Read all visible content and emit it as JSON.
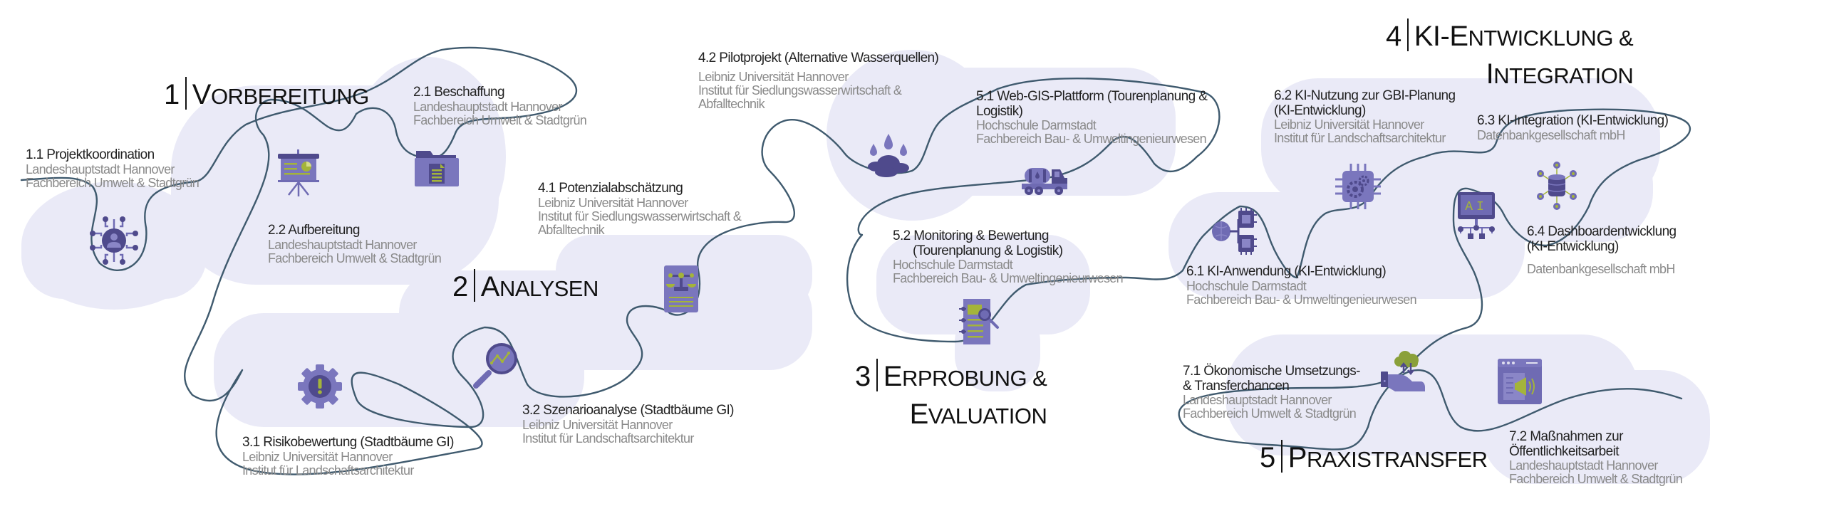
{
  "colors": {
    "background": "#ffffff",
    "blob_fill": "#eaeaf7",
    "route_stroke": "#3f5a6e",
    "icon_dark": "#4f4a8c",
    "icon_mid": "#6f6bb3",
    "icon_light": "#8a86c7",
    "icon_accent": "#a4b43a",
    "title_text": "#222222",
    "org_text": "#8a8a8a"
  },
  "phases": [
    {
      "id": "1",
      "number": "1",
      "name_first": "V",
      "name_rest": "ORBEREITUNG",
      "name": "Vorbereitung"
    },
    {
      "id": "2",
      "number": "2",
      "name_first": "A",
      "name_rest": "NALYSEN",
      "name": "Analysen"
    },
    {
      "id": "3",
      "number": "3",
      "name_first": "E",
      "name_rest": "RPROBUNG &",
      "line2_first": "E",
      "line2_rest": "VALUATION",
      "name": "Erprobung & Evaluation"
    },
    {
      "id": "4",
      "number": "4",
      "name_first": "KI-E",
      "name_rest": "NTWICKLUNG &",
      "line2_first": "I",
      "line2_rest": "NTEGRATION",
      "name": "KI-Entwicklung & Integration"
    },
    {
      "id": "5",
      "number": "5",
      "name_first": "P",
      "name_rest": "RAXISTRANSFER",
      "name": "Praxistransfer"
    }
  ],
  "tasks": {
    "t11": {
      "title": "1.1 Projektkoordination",
      "org1": "Landeshauptstadt Hannover",
      "org2": "Fachbereich Umwelt & Stadtgrün",
      "icon": "network-person-icon"
    },
    "t21": {
      "title": "2.1 Beschaffung",
      "org1": "Landeshauptstadt Hannover",
      "org2": "Fachbereich Umwelt & Stadtgrün",
      "icon": "folder-document-icon"
    },
    "t22": {
      "title": "2.2 Aufbereitung",
      "org1": "Landeshauptstadt Hannover",
      "org2": "Fachbereich Umwelt & Stadtgrün",
      "icon": "presentation-board-icon"
    },
    "t31": {
      "title": "3.1 Risikobewertung  (Stadtbäume GI)",
      "org1": "Leibniz Universität Hannover",
      "org2": "Institut für Landschaftsarchitektur",
      "icon": "gear-warning-icon"
    },
    "t32": {
      "title": "3.2 Szenarioanalyse (Stadtbäume GI)",
      "org1": "Leibniz Universität Hannover",
      "org2": "Institut für Landschaftsarchitektur",
      "icon": "magnifier-chart-icon"
    },
    "t41": {
      "title": "4.1 Potenzialabschätzung",
      "org1": "Leibniz Universität Hannover",
      "org2": "Institut für Siedlungswasserwirtschaft &",
      "org3": "Abfalltechnik",
      "icon": "scales-document-icon"
    },
    "t42": {
      "title": "4.2 Pilotprojekt (Alternative Wasserquellen)",
      "org1": "Leibniz Universität Hannover",
      "org2": "Institut für Siedlungswasserwirtschaft &",
      "org3": "Abfalltechnik",
      "icon": "water-drops-icon"
    },
    "t51": {
      "title": "5.1 Web-GIS-Plattform (Tourenplanung &",
      "title2": "Logistik)",
      "org1": "Hochschule Darmstadt",
      "org2": "Fachbereich Bau- & Umweltingenieurwesen",
      "icon": "tanker-truck-icon"
    },
    "t52": {
      "title": "5.2 Monitoring & Bewertung",
      "title2": "(Tourenplanung & Logistik)",
      "org1": "Hochschule Darmstadt",
      "org2": "Fachbereich Bau- & Umweltingenieurwesen",
      "icon": "report-search-icon"
    },
    "t61": {
      "title": "6.1 KI-Anwendung (KI-Entwicklung)",
      "org1": "Hochschule Darmstadt",
      "org2": "Fachbereich Bau- & Umweltingenieurwesen",
      "icon": "brain-chip-icon"
    },
    "t62": {
      "title": "6.2 KI-Nutzung zur GBI-Planung",
      "title2": "(KI-Entwicklung)",
      "org1": "Leibniz Universität Hannover",
      "org2": "Institut für Landschaftsarchitektur",
      "icon": "chip-gear-icon"
    },
    "t63": {
      "title": "6.3 KI-Integration (KI-Entwicklung)",
      "org1": "Datenbankgesellschaft mbH",
      "icon": "database-network-icon"
    },
    "t64": {
      "title": "6.4 Dashboardentwicklung",
      "title2": "(KI-Entwicklung)",
      "org1": "Datenbankgesellschaft mbH",
      "icon": "ai-monitor-icon",
      "ai_label": "AI"
    },
    "t71": {
      "title": "7.1 Ökonomische Umsetzungs-",
      "title2": "& Transferchancen",
      "org1": "Landeshauptstadt Hannover",
      "org2": "Fachbereich Umwelt & Stadtgrün",
      "icon": "hand-cloud-icon"
    },
    "t72": {
      "title": "7.2 Maßnahmen zur",
      "title2": "Öffentlichkeitsarbeit",
      "org1": "Landeshauptstadt Hannover",
      "org2": "Fachbereich Umwelt & Stadtgrün",
      "icon": "browser-megaphone-icon"
    }
  }
}
